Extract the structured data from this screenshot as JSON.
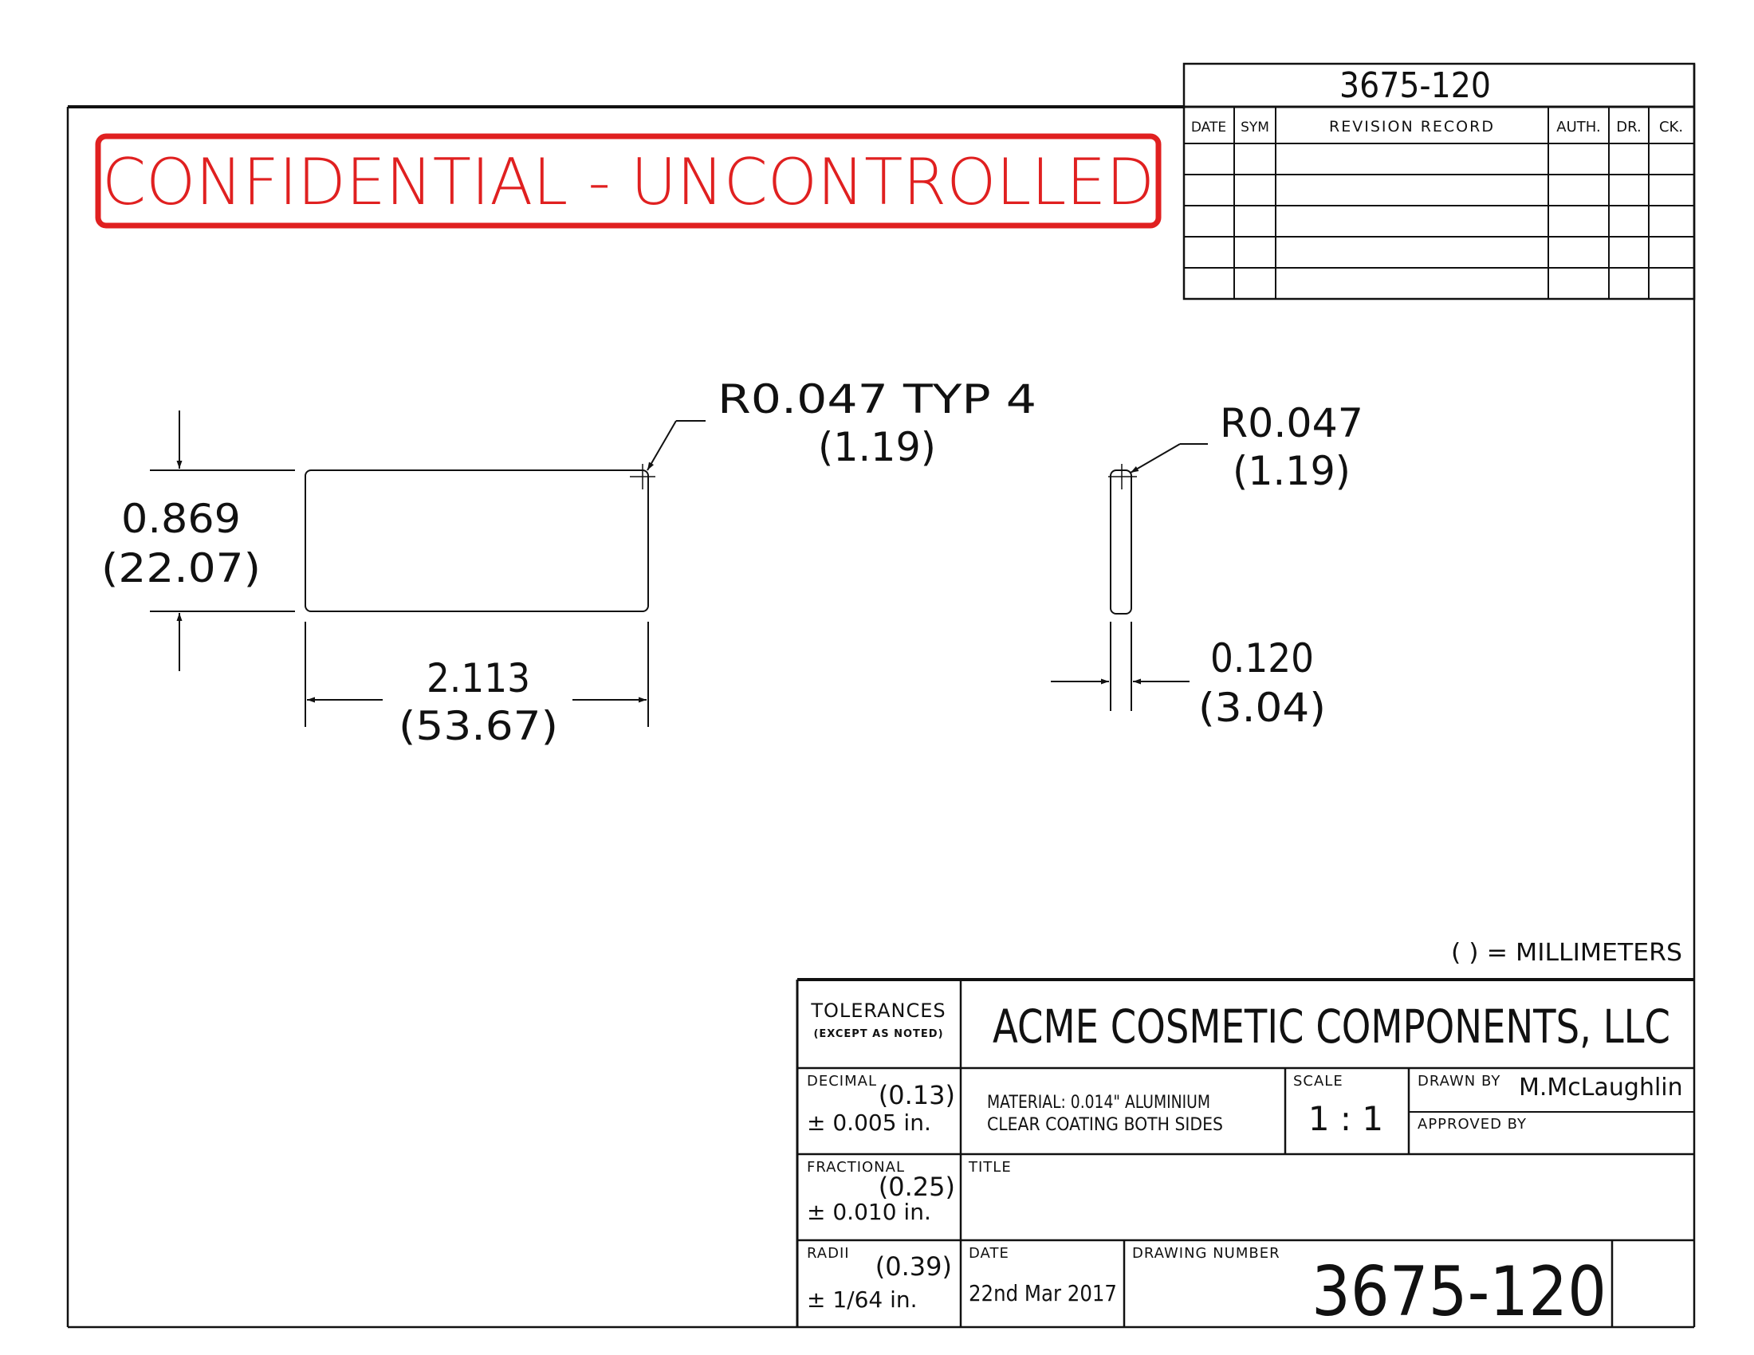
{
  "colors": {
    "ink": "#111111",
    "stamp": "#e02020"
  },
  "stamp": {
    "text": "CONFIDENTIAL - UNCONTROLLED"
  },
  "revision_block": {
    "part_number": "3675-120",
    "headers": {
      "date": "DATE",
      "sym": "SYM",
      "record": "REVISION RECORD",
      "auth": "AUTH.",
      "dr": "DR.",
      "ck": "CK."
    },
    "rows": 5
  },
  "dimensions": {
    "radius_typ": {
      "inch": "R0.047 TYP 4",
      "mm": "(1.19)"
    },
    "radius_edge": {
      "inch": "R0.047",
      "mm": "(1.19)"
    },
    "height": {
      "inch": "0.869",
      "mm": "(22.07)"
    },
    "width": {
      "inch": "2.113",
      "mm": "(53.67)"
    },
    "thickness": {
      "inch": "0.120",
      "mm": "(3.04)"
    }
  },
  "units_note": "( ) = MILLIMETERS",
  "title_block": {
    "tolerances_label": "TOLERANCES",
    "tolerances_sub": "(EXCEPT AS NOTED)",
    "company": "ACME COSMETIC COMPONENTS, LLC",
    "decimal": {
      "label": "DECIMAL",
      "mm": "(0.13)",
      "value": "± 0.005 in."
    },
    "fractional": {
      "label": "FRACTIONAL",
      "mm": "(0.25)",
      "value": "± 0.010 in."
    },
    "radii": {
      "label": "RADII",
      "mm": "(0.39)",
      "value": "± 1/64 in."
    },
    "material_line1": "MATERIAL: 0.014\" ALUMINIUM",
    "material_line2": "CLEAR COATING BOTH SIDES",
    "scale_label": "SCALE",
    "scale_value": "1 : 1",
    "drawn_by_label": "DRAWN BY",
    "drawn_by_value": "M.McLaughlin",
    "approved_by_label": "APPROVED BY",
    "title_label": "TITLE",
    "date_label": "DATE",
    "date_value": "22nd Mar 2017",
    "drawing_number_label": "DRAWING NUMBER",
    "drawing_number_value": "3675-120"
  }
}
